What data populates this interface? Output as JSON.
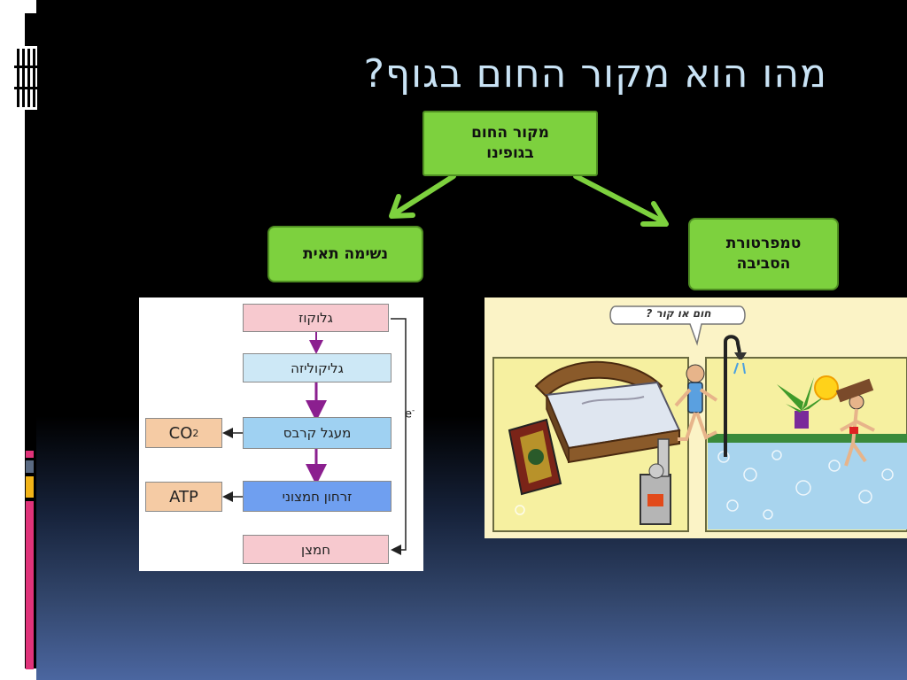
{
  "slide": {
    "title": "מהו הוא מקור החום בגוף?"
  },
  "diagram": {
    "root": {
      "line1": "מקור החום",
      "line2": "בגופינו"
    },
    "branch_left": {
      "label": "נשימה תאית"
    },
    "branch_right": {
      "line1": "טמפרטורת",
      "line2": "הסביבה"
    }
  },
  "respiration_chart": {
    "steps": [
      "גלוקוז",
      "גליקוליזה",
      "מעגל קרבס",
      "זרחון חמצוני",
      "חמצן"
    ],
    "outputs": {
      "co2": "CO",
      "co2_sub": "2",
      "atp": "ATP"
    },
    "electron_label": "e",
    "electron_sup": "-"
  },
  "cartoon": {
    "bubble": "חום או קור ?"
  },
  "colors": {
    "green_box": "#7dd13e",
    "arrow_green": "#7dd13e",
    "title": "#c9e3f5"
  }
}
